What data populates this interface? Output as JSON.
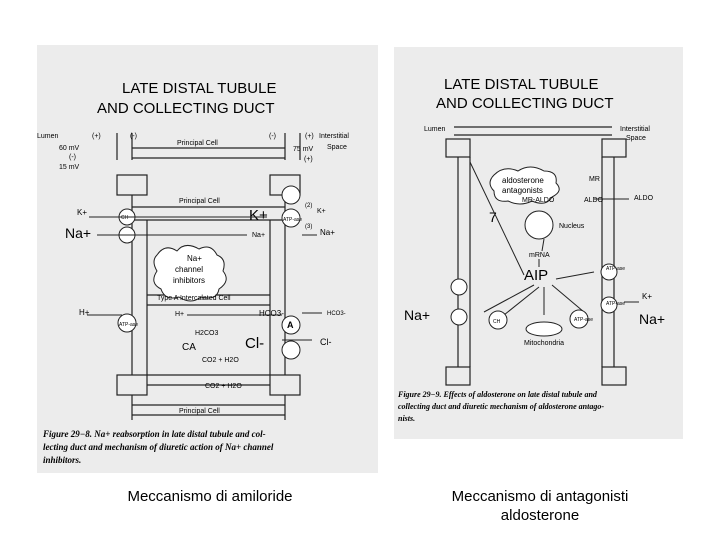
{
  "left": {
    "title_line1": "LATE DISTAL TUBULE",
    "title_line2": "AND COLLECTING DUCT",
    "lumen": "Lumen",
    "lumen_polarity": "(+)",
    "lumen_minus": "(-)",
    "interstitial_line1": "Interstitial",
    "interstitial_line2": "Space",
    "interstitial_minus": "(-)",
    "interstitial_plus": "(+)",
    "voltage_60": "60 mV",
    "minus_paren": "(-)",
    "voltage_15": "15 mV",
    "voltage_75": "75 mV",
    "plus_paren": "(+)",
    "principal_cell": "Principal Cell",
    "principal_cell_lower": "Principal Cell",
    "k_plus": "K+",
    "na_plus": "Na+",
    "k_plus_big": "K+",
    "na_plus_small": "Na+",
    "k_plus_right": "K+",
    "na_plus_right": "Na+",
    "stoich_2": "(2)",
    "stoich_3": "(3)",
    "atp_ase": "ATP-ase",
    "ch": "CH",
    "inhibitor_line1": "Na+",
    "inhibitor_line2": "channel",
    "inhibitor_line3": "inhibitors",
    "type_a_cell": "Type A Intercalated Cell",
    "h_plus": "H+",
    "h_plus_inner": "H+",
    "hco3_inner": "HCO3-",
    "hco3_right": "HCO3-",
    "h2co3": "H2CO3",
    "ca": "CA",
    "co2_h2o": "CO2 + H2O",
    "co2_h2o_bottom": "CO2 + H2O",
    "cl_minus": "Cl-",
    "cl_minus_right": "Cl-",
    "a_label": "A",
    "figure_caption_line1": "Figure 29−8.  Na+ reabsorption in late distal tubule and col-",
    "figure_caption_line2": "lecting duct and mechanism of diuretic action of Na+ channel",
    "figure_caption_line3": "inhibitors."
  },
  "right": {
    "title_line1": "LATE DISTAL TUBULE",
    "title_line2": "AND COLLECTING DUCT",
    "lumen": "Lumen",
    "interstitial_line1": "Interstitial",
    "interstitial_line2": "Space",
    "aldo_antag_line1": "aldosterone",
    "aldo_antag_line2": "antagonists",
    "mr": "MR",
    "mr_aldo": "MR-ALDO",
    "aldo": "ALDO",
    "aldo_right": "ALDO",
    "num_7": "7",
    "nucleus": "Nucleus",
    "mrna": "mRNA",
    "aip": "AIP",
    "na_plus": "Na+",
    "na_plus_right": "Na+",
    "k_plus": "K+",
    "atp_ase": "ATP-ase",
    "mitochondria": "Mitochondria",
    "ch": "CH",
    "figure_caption_line1": "Figure 29−9.  Effects of aldosterone on late distal tubule and",
    "figure_caption_line2": "collecting duct and diuretic mechanism of aldosterone antago-",
    "figure_caption_line3": "nists."
  },
  "captions": {
    "left": "Meccanismo di amiloride",
    "right_line1": "Meccanismo di antagonisti",
    "right_line2": "aldosterone"
  }
}
